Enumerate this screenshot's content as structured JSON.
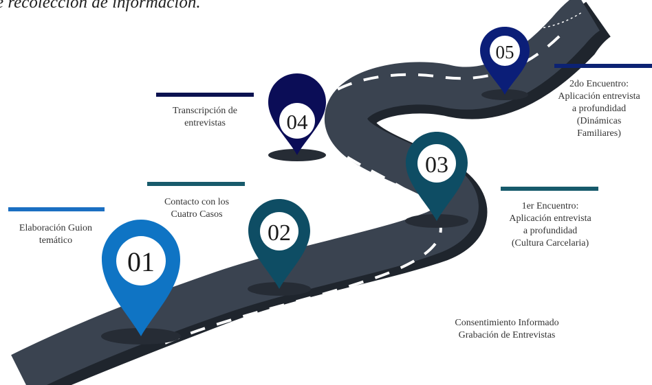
{
  "title": "e recolección de información.",
  "colors": {
    "road": "#3a4350",
    "road_shadow": "#1f252d",
    "dash": "#ffffff",
    "pin_01": "#0f74c4",
    "pin_02": "#0e4d64",
    "pin_03": "#0e4d64",
    "pin_04": "#0b0d57",
    "pin_05": "#0b1e78",
    "bar_light": "#1b6fc2",
    "bar_teal": "#175a6b",
    "bar_navy": "#0c1250",
    "bar_blue": "#0c2273"
  },
  "steps": [
    {
      "number": "01",
      "label": "Elaboración Guion\ntemático",
      "icon": "map-pin-icon"
    },
    {
      "number": "02",
      "label": "Contacto con los\nCuatro Casos",
      "icon": "map-pin-icon"
    },
    {
      "number": "03",
      "label": "1er Encuentro:\nAplicación entrevista\na profundidad\n(Cultura Carcelaria)",
      "icon": "map-pin-icon"
    },
    {
      "number": "04",
      "label": "Transcripción de\nentrevistas",
      "icon": "map-pin-icon"
    },
    {
      "number": "05",
      "label": "2do Encuentro:\nAplicación entrevista\na profundidad\n(Dinámicas\nFamiliares)",
      "icon": "map-pin-icon"
    }
  ],
  "note": "Consentimiento Informado\nGrabación de Entrevistas"
}
